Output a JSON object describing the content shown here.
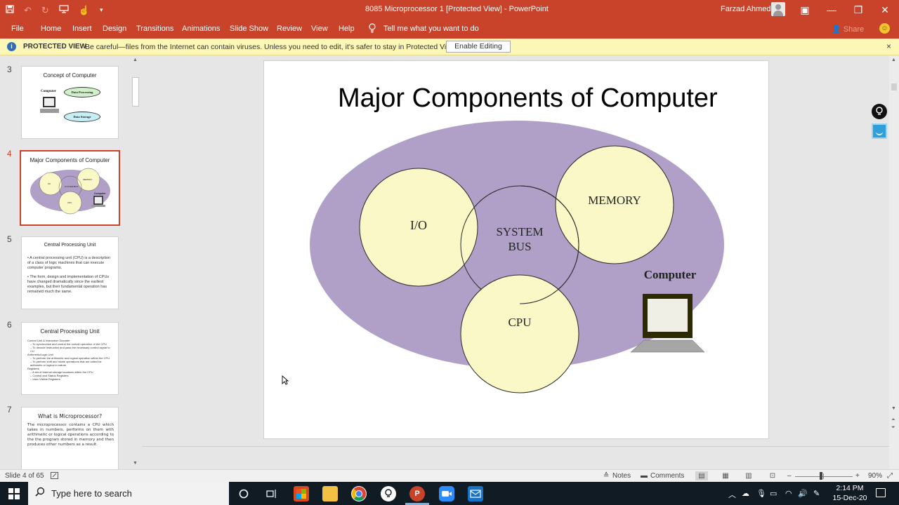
{
  "window": {
    "title": "8085 Microprocessor 1 [Protected View]  -  PowerPoint",
    "user": "Farzad Ahmed",
    "controls": [
      "—",
      "❐",
      "✕"
    ],
    "restore_icon": "▣"
  },
  "quick_access": [
    "save-icon",
    "undo-icon",
    "redo-icon",
    "present-icon",
    "touch-mode-icon",
    "customize-icon"
  ],
  "ribbon": {
    "tabs": [
      "File",
      "Home",
      "Insert",
      "Design",
      "Transitions",
      "Animations",
      "Slide Show",
      "Review",
      "View",
      "Help"
    ],
    "tell_me": "Tell me what you want to do",
    "share": "Share"
  },
  "protected_view": {
    "label": "PROTECTED VIEW",
    "message": "Be careful—files from the Internet can contain viruses. Unless you need to edit, it's safer to stay in Protected View.",
    "button": "Enable Editing",
    "close": "×"
  },
  "thumbnails": [
    {
      "number": "3",
      "title": "Concept of Computer",
      "labels": [
        "Computer",
        "Data Processing",
        "Data Storage"
      ]
    },
    {
      "number": "4",
      "title": "Major Components of Computer",
      "active": true,
      "labels": [
        "I/O",
        "MEMORY",
        "SYSTEM BUS",
        "CPU",
        "Computer"
      ]
    },
    {
      "number": "5",
      "title": "Central Processing Unit",
      "bullets": [
        "A central processing unit (CPU) is a description of a class of logic machines that can execute computer programs.",
        "The form, design and implementation of CPUs have changed dramatically since the earliest examples, but their fundamental operation has remained much the same."
      ]
    },
    {
      "number": "6",
      "title": "Central Processing Unit",
      "bullets": [
        "Control Unit & Instruction Decoder",
        "– To synchronize and control the overall operation of the CPU",
        "– To decode instruction and pass the necessary control signal to CU",
        "Arithmetic/Logic Unit",
        "– To perform the arithmetic and logical operation within the CPU",
        "– To perform shift and rotate operations that are called for arithmetic or logical in nature",
        "Registers",
        "– A set of internal storage locations within the CPU",
        "– Control and Status Registers",
        "– User-Visible Registers"
      ]
    },
    {
      "number": "7",
      "title": "What is Microprocessor?",
      "bullets": [
        "The microprocessor contains a CPU which takes in numbers, performs on them with arithmetic or logical operations according to the the program stored in memory and then produces other numbers as a result."
      ]
    }
  ],
  "slide": {
    "title": "Major Components of Computer",
    "io": "I/O",
    "memory": "MEMORY",
    "bus_line1": "SYSTEM",
    "bus_line2": "BUS",
    "cpu": "CPU",
    "computer": "Computer",
    "colors": {
      "ellipse_fill": "#b0a0c8",
      "circle_fill": "#fbf8c8",
      "monitor_frame": "#2e2a00",
      "monitor_screen": "#efefe6",
      "keyboard": "#a6a6a6"
    }
  },
  "status_bar": {
    "slide_counter": "Slide 4 of 65",
    "notes": "Notes",
    "comments": "Comments",
    "zoom": "90%",
    "zoom_minus": "–",
    "zoom_plus": "+"
  },
  "taskbar": {
    "search_placeholder": "Type here to search",
    "time": "2:14 PM",
    "date": "15-Dec-20",
    "apps": [
      "cortana-icon",
      "task-view-icon",
      "office-icon",
      "file-explorer-icon",
      "chrome-icon",
      "app-icon",
      "powerpoint-icon",
      "zoom-icon",
      "mail-icon"
    ]
  },
  "theme": {
    "accent": "#c8432a",
    "protected_bar": "#fcf7b6",
    "taskbar": "#101b24"
  }
}
